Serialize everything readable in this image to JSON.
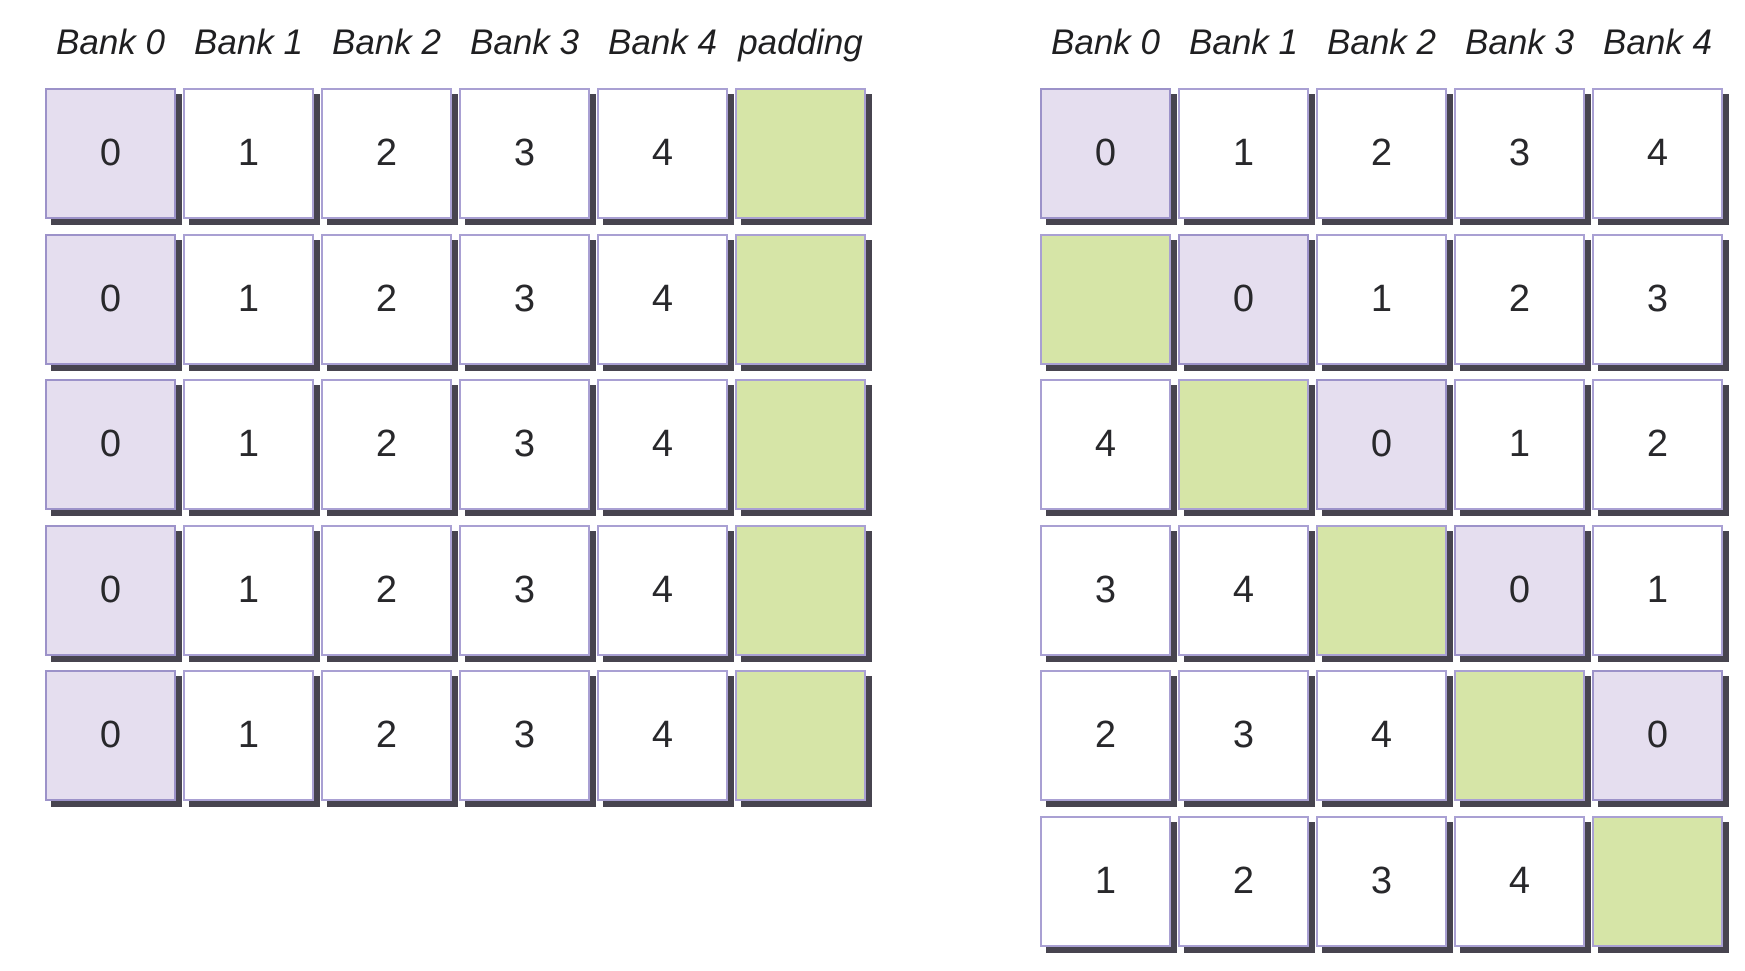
{
  "colors": {
    "background": "#ffffff",
    "cell_border": "#a9a0d3",
    "cell_border_strong": "#9c92c9",
    "cell_shadow": "#47444f",
    "bank0_fill": "#e5deef",
    "default_fill": "#ffffff",
    "padding_fill": "#d6e5a7",
    "header_text": "#1f1f21",
    "cell_text": "#28282b"
  },
  "left_table": {
    "headers": [
      "Bank 0",
      "Bank 1",
      "Bank 2",
      "Bank 3",
      "Bank 4",
      "padding"
    ],
    "rows": [
      [
        {
          "label": "0",
          "type": "bank0"
        },
        {
          "label": "1",
          "type": "normal"
        },
        {
          "label": "2",
          "type": "normal"
        },
        {
          "label": "3",
          "type": "normal"
        },
        {
          "label": "4",
          "type": "normal"
        },
        {
          "label": "",
          "type": "padding"
        }
      ],
      [
        {
          "label": "0",
          "type": "bank0"
        },
        {
          "label": "1",
          "type": "normal"
        },
        {
          "label": "2",
          "type": "normal"
        },
        {
          "label": "3",
          "type": "normal"
        },
        {
          "label": "4",
          "type": "normal"
        },
        {
          "label": "",
          "type": "padding"
        }
      ],
      [
        {
          "label": "0",
          "type": "bank0"
        },
        {
          "label": "1",
          "type": "normal"
        },
        {
          "label": "2",
          "type": "normal"
        },
        {
          "label": "3",
          "type": "normal"
        },
        {
          "label": "4",
          "type": "normal"
        },
        {
          "label": "",
          "type": "padding"
        }
      ],
      [
        {
          "label": "0",
          "type": "bank0"
        },
        {
          "label": "1",
          "type": "normal"
        },
        {
          "label": "2",
          "type": "normal"
        },
        {
          "label": "3",
          "type": "normal"
        },
        {
          "label": "4",
          "type": "normal"
        },
        {
          "label": "",
          "type": "padding"
        }
      ],
      [
        {
          "label": "0",
          "type": "bank0"
        },
        {
          "label": "1",
          "type": "normal"
        },
        {
          "label": "2",
          "type": "normal"
        },
        {
          "label": "3",
          "type": "normal"
        },
        {
          "label": "4",
          "type": "normal"
        },
        {
          "label": "",
          "type": "padding"
        }
      ]
    ]
  },
  "right_table": {
    "headers": [
      "Bank 0",
      "Bank 1",
      "Bank 2",
      "Bank 3",
      "Bank 4"
    ],
    "rows": [
      [
        {
          "label": "0",
          "type": "bank0"
        },
        {
          "label": "1",
          "type": "normal"
        },
        {
          "label": "2",
          "type": "normal"
        },
        {
          "label": "3",
          "type": "normal"
        },
        {
          "label": "4",
          "type": "normal"
        }
      ],
      [
        {
          "label": "",
          "type": "padding"
        },
        {
          "label": "0",
          "type": "bank0"
        },
        {
          "label": "1",
          "type": "normal"
        },
        {
          "label": "2",
          "type": "normal"
        },
        {
          "label": "3",
          "type": "normal"
        }
      ],
      [
        {
          "label": "4",
          "type": "normal"
        },
        {
          "label": "",
          "type": "padding"
        },
        {
          "label": "0",
          "type": "bank0"
        },
        {
          "label": "1",
          "type": "normal"
        },
        {
          "label": "2",
          "type": "normal"
        }
      ],
      [
        {
          "label": "3",
          "type": "normal"
        },
        {
          "label": "4",
          "type": "normal"
        },
        {
          "label": "",
          "type": "padding"
        },
        {
          "label": "0",
          "type": "bank0"
        },
        {
          "label": "1",
          "type": "normal"
        }
      ],
      [
        {
          "label": "2",
          "type": "normal"
        },
        {
          "label": "3",
          "type": "normal"
        },
        {
          "label": "4",
          "type": "normal"
        },
        {
          "label": "",
          "type": "padding"
        },
        {
          "label": "0",
          "type": "bank0"
        }
      ],
      [
        {
          "label": "1",
          "type": "normal"
        },
        {
          "label": "2",
          "type": "normal"
        },
        {
          "label": "3",
          "type": "normal"
        },
        {
          "label": "4",
          "type": "normal"
        },
        {
          "label": "",
          "type": "padding"
        }
      ]
    ]
  }
}
